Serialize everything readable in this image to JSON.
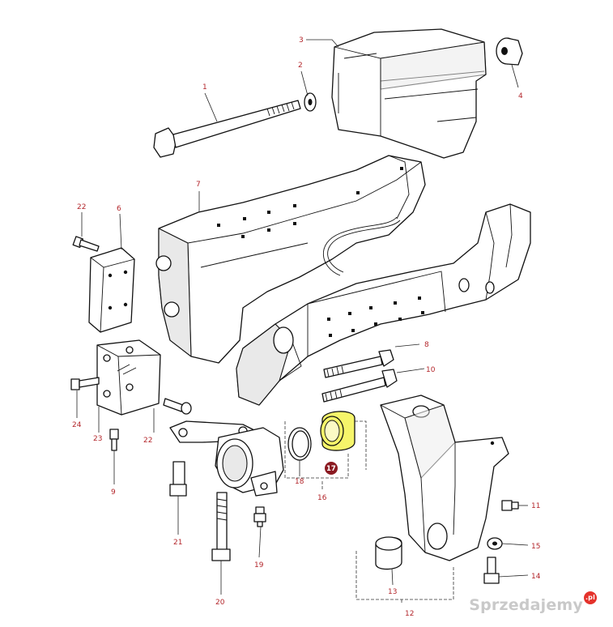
{
  "diagram": {
    "callouts": [
      {
        "id": "c1",
        "label": "1"
      },
      {
        "id": "c2",
        "label": "2"
      },
      {
        "id": "c3",
        "label": "3"
      },
      {
        "id": "c4",
        "label": "4"
      },
      {
        "id": "c6",
        "label": "6"
      },
      {
        "id": "c7",
        "label": "7"
      },
      {
        "id": "c8",
        "label": "8"
      },
      {
        "id": "c9",
        "label": "9"
      },
      {
        "id": "c10",
        "label": "10"
      },
      {
        "id": "c11",
        "label": "11"
      },
      {
        "id": "c12",
        "label": "12"
      },
      {
        "id": "c13",
        "label": "13"
      },
      {
        "id": "c14",
        "label": "14"
      },
      {
        "id": "c15",
        "label": "15"
      },
      {
        "id": "c16",
        "label": "16"
      },
      {
        "id": "c17",
        "label": "17"
      },
      {
        "id": "c18",
        "label": "18"
      },
      {
        "id": "c19",
        "label": "19"
      },
      {
        "id": "c20",
        "label": "20"
      },
      {
        "id": "c21",
        "label": "21"
      },
      {
        "id": "c22a",
        "label": "22"
      },
      {
        "id": "c22b",
        "label": "22"
      },
      {
        "id": "c23",
        "label": "23"
      },
      {
        "id": "c24",
        "label": "24"
      }
    ],
    "highlighted_part": "17",
    "highlight_color": "#f6f56a",
    "highlight_badge_color": "#8b1a22",
    "callout_color": "#b3262b"
  },
  "watermark": {
    "text": "Sprzedajemy",
    "suffix": ".pl",
    "color": "#c9c9c9",
    "badge_color": "#e4322b"
  }
}
